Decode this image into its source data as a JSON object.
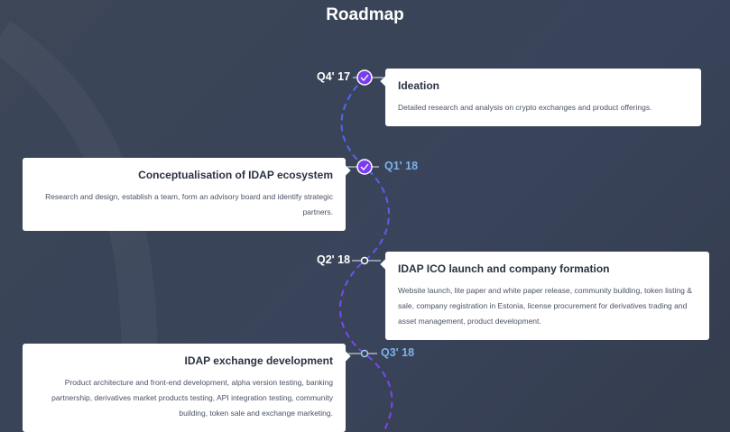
{
  "title": "Roadmap",
  "milestones": [
    {
      "quarter": "Q4' 17",
      "title": "Ideation",
      "text": "Detailed research and analysis on crypto exchanges and product offerings.",
      "done": true
    },
    {
      "quarter": "Q1' 18",
      "title": "Conceptualisation of IDAP ecosystem",
      "text": "Research and design, establish a team, form an advisory board and identify strategic partners.",
      "done": true
    },
    {
      "quarter": "Q2' 18",
      "title": "IDAP ICO launch and company formation",
      "text": "Website launch, lite paper and white paper release, community building, token listing & sale, company registration in Estonia, license procurement for derivatives trading and asset management, product development.",
      "done": false
    },
    {
      "quarter": "Q3' 18",
      "title": "IDAP exchange development",
      "text": "Product architecture and front-end development, alpha version testing, banking partnership, derivatives market products testing, API integration testing, community building, token sale and exchange marketing.",
      "done": false
    }
  ]
}
